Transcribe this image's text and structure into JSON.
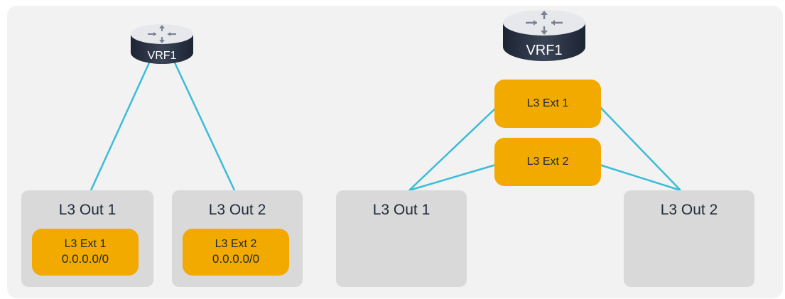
{
  "left": {
    "router": {
      "label": "VRF1",
      "icon": "router-icon"
    },
    "outs": [
      {
        "title": "L3 Out 1",
        "ext": {
          "name": "L3 Ext 1",
          "subnet": "0.0.0.0/0"
        }
      },
      {
        "title": "L3 Out 2",
        "ext": {
          "name": "L3 Ext 2",
          "subnet": "0.0.0.0/0"
        }
      }
    ]
  },
  "right": {
    "router": {
      "label": "VRF1",
      "icon": "router-icon"
    },
    "exts": [
      {
        "name": "L3 Ext 1"
      },
      {
        "name": "L3 Ext 2"
      }
    ],
    "outs": [
      {
        "title": "L3 Out 1"
      },
      {
        "title": "L3 Out 2"
      }
    ]
  },
  "colors": {
    "link": "#3bbcd8",
    "ext": "#f2a900",
    "box": "#d9d9d9",
    "panel": "#f2f2f2",
    "text": "#1e2a3a"
  }
}
